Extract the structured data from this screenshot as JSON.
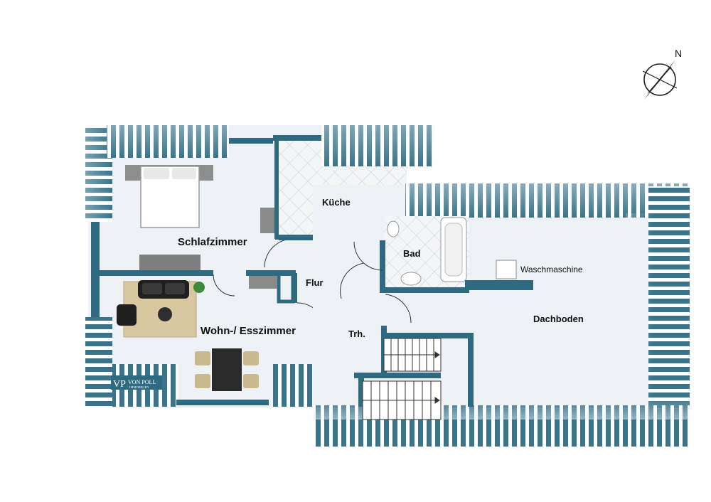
{
  "compass": {
    "label": "N"
  },
  "rooms": {
    "schlafzimmer": "Schlafzimmer",
    "kueche": "Küche",
    "bad": "Bad",
    "flur": "Flur",
    "wohn": "Wohn-/ Esszimmer",
    "treppenhaus": "Trh.",
    "dachboden": "Dachboden"
  },
  "fixtures": {
    "waschmaschine": "Waschmaschine"
  },
  "logo": {
    "initials": "VP",
    "name": "VON POLL",
    "subtitle": "IMMOBILIEN"
  },
  "colors": {
    "wall": "#2f6b80",
    "floor": "#eef1f6",
    "roof_slope": "#2f6b80",
    "tile": "#d9dde3",
    "rug": "#d8c7a0",
    "furniture": "#2b2b2b"
  }
}
